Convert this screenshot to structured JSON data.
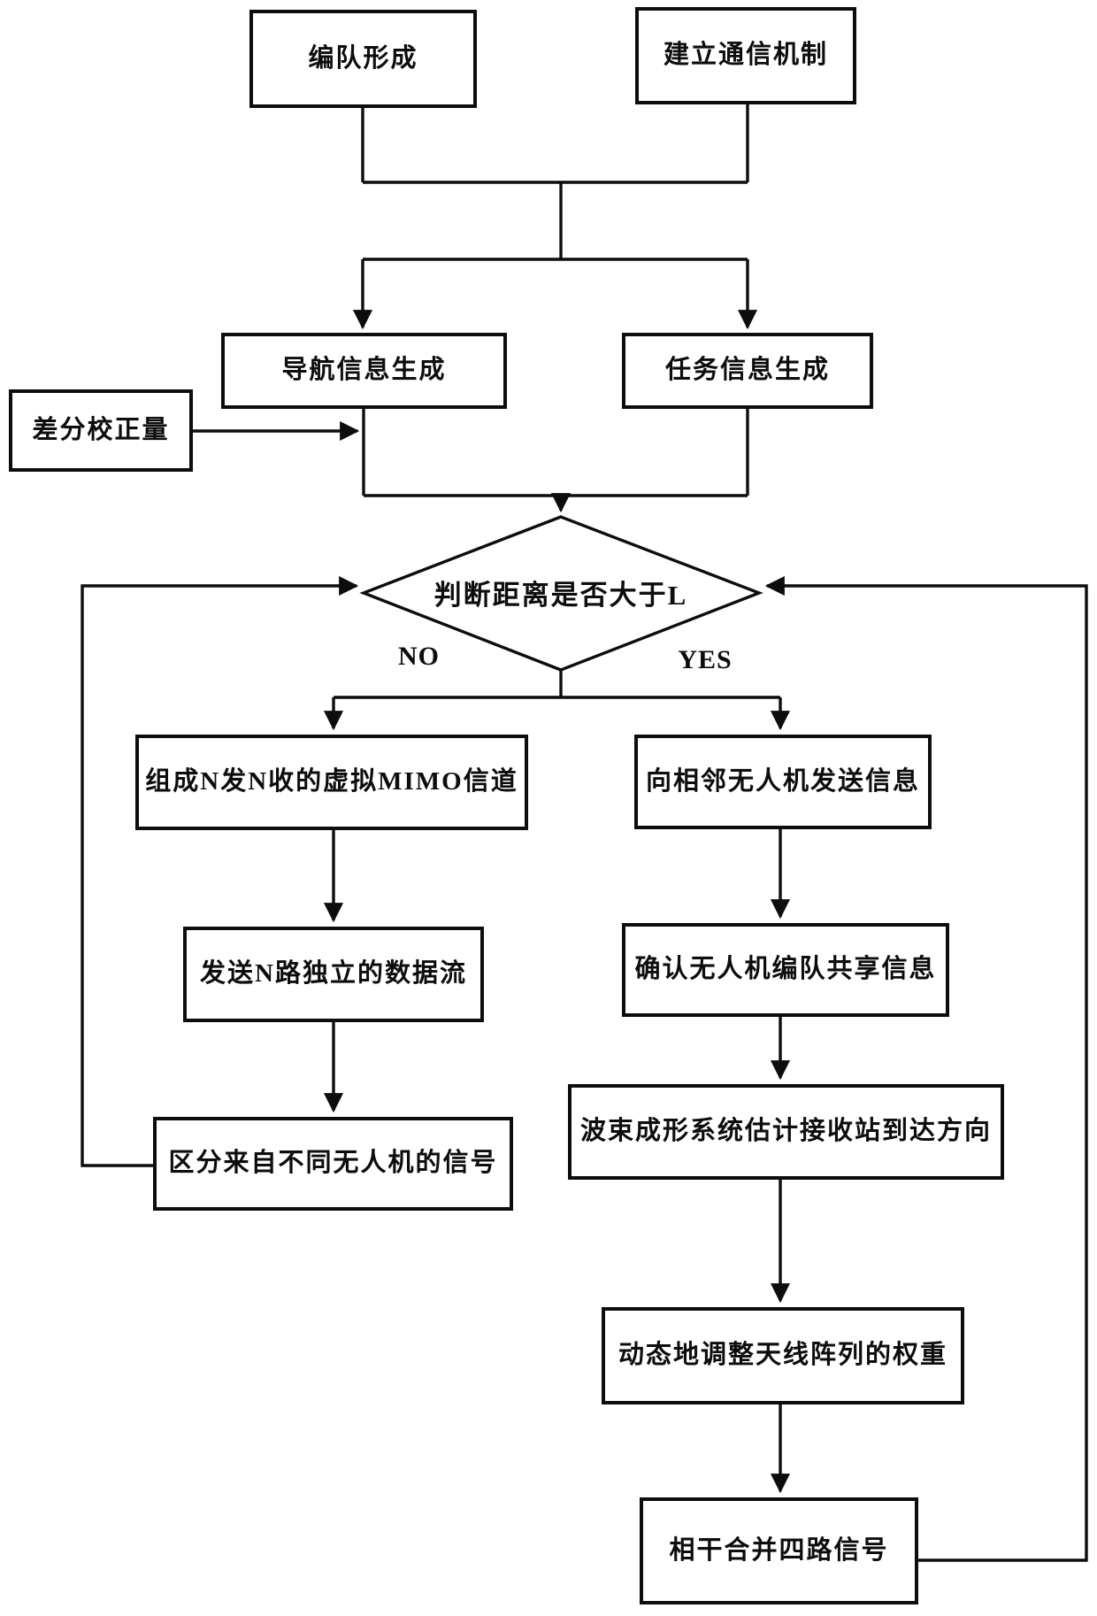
{
  "figure": {
    "background": "#ffffff",
    "line_color": "#0d0d0d",
    "text_color": "#0d0d0d"
  },
  "nodes": {
    "formation": {
      "label": "编队形成"
    },
    "comm": {
      "label": "建立通信机制"
    },
    "nav": {
      "label": "导航信息生成"
    },
    "task": {
      "label": "任务信息生成"
    },
    "diff": {
      "label": "差分校正量"
    },
    "decision": {
      "label": "判断距离是否大于L"
    },
    "mimo": {
      "label": "组成N发N收的虚拟MIMO信道"
    },
    "streams": {
      "label": "发送N路独立的数据流"
    },
    "distinguish": {
      "label": "区分来自不同无人机的信号"
    },
    "send_info": {
      "label": "向相邻无人机发送信息"
    },
    "confirm": {
      "label": "确认无人机编队共享信息"
    },
    "beamform": {
      "label": "波束成形系统估计接收站到达方向"
    },
    "adjust": {
      "label": "动态地调整天线阵列的权重"
    },
    "combine": {
      "label": "相干合并四路信号"
    }
  },
  "edge_labels": {
    "no": "NO",
    "yes": "YES"
  }
}
